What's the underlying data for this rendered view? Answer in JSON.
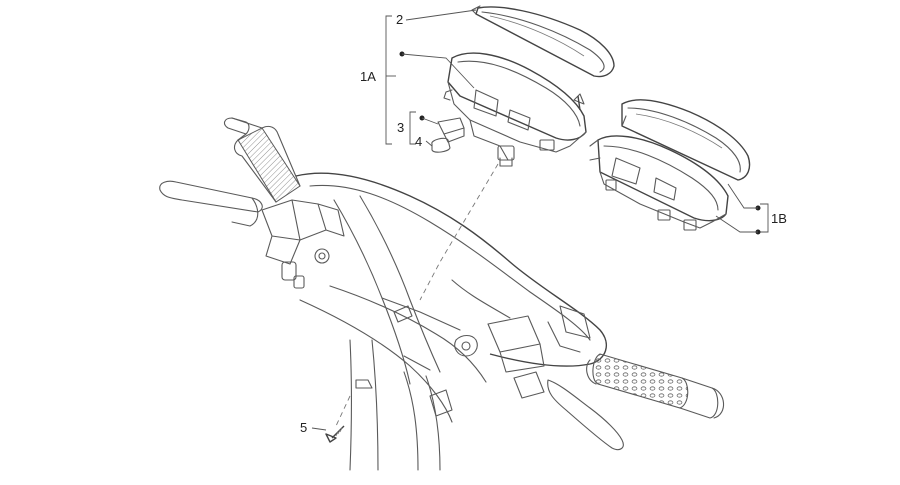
{
  "diagram": {
    "callouts": {
      "c2": "2",
      "c1A": "1A",
      "c3": "3",
      "c4": "4",
      "c1B": "1B",
      "c5": "5"
    }
  }
}
